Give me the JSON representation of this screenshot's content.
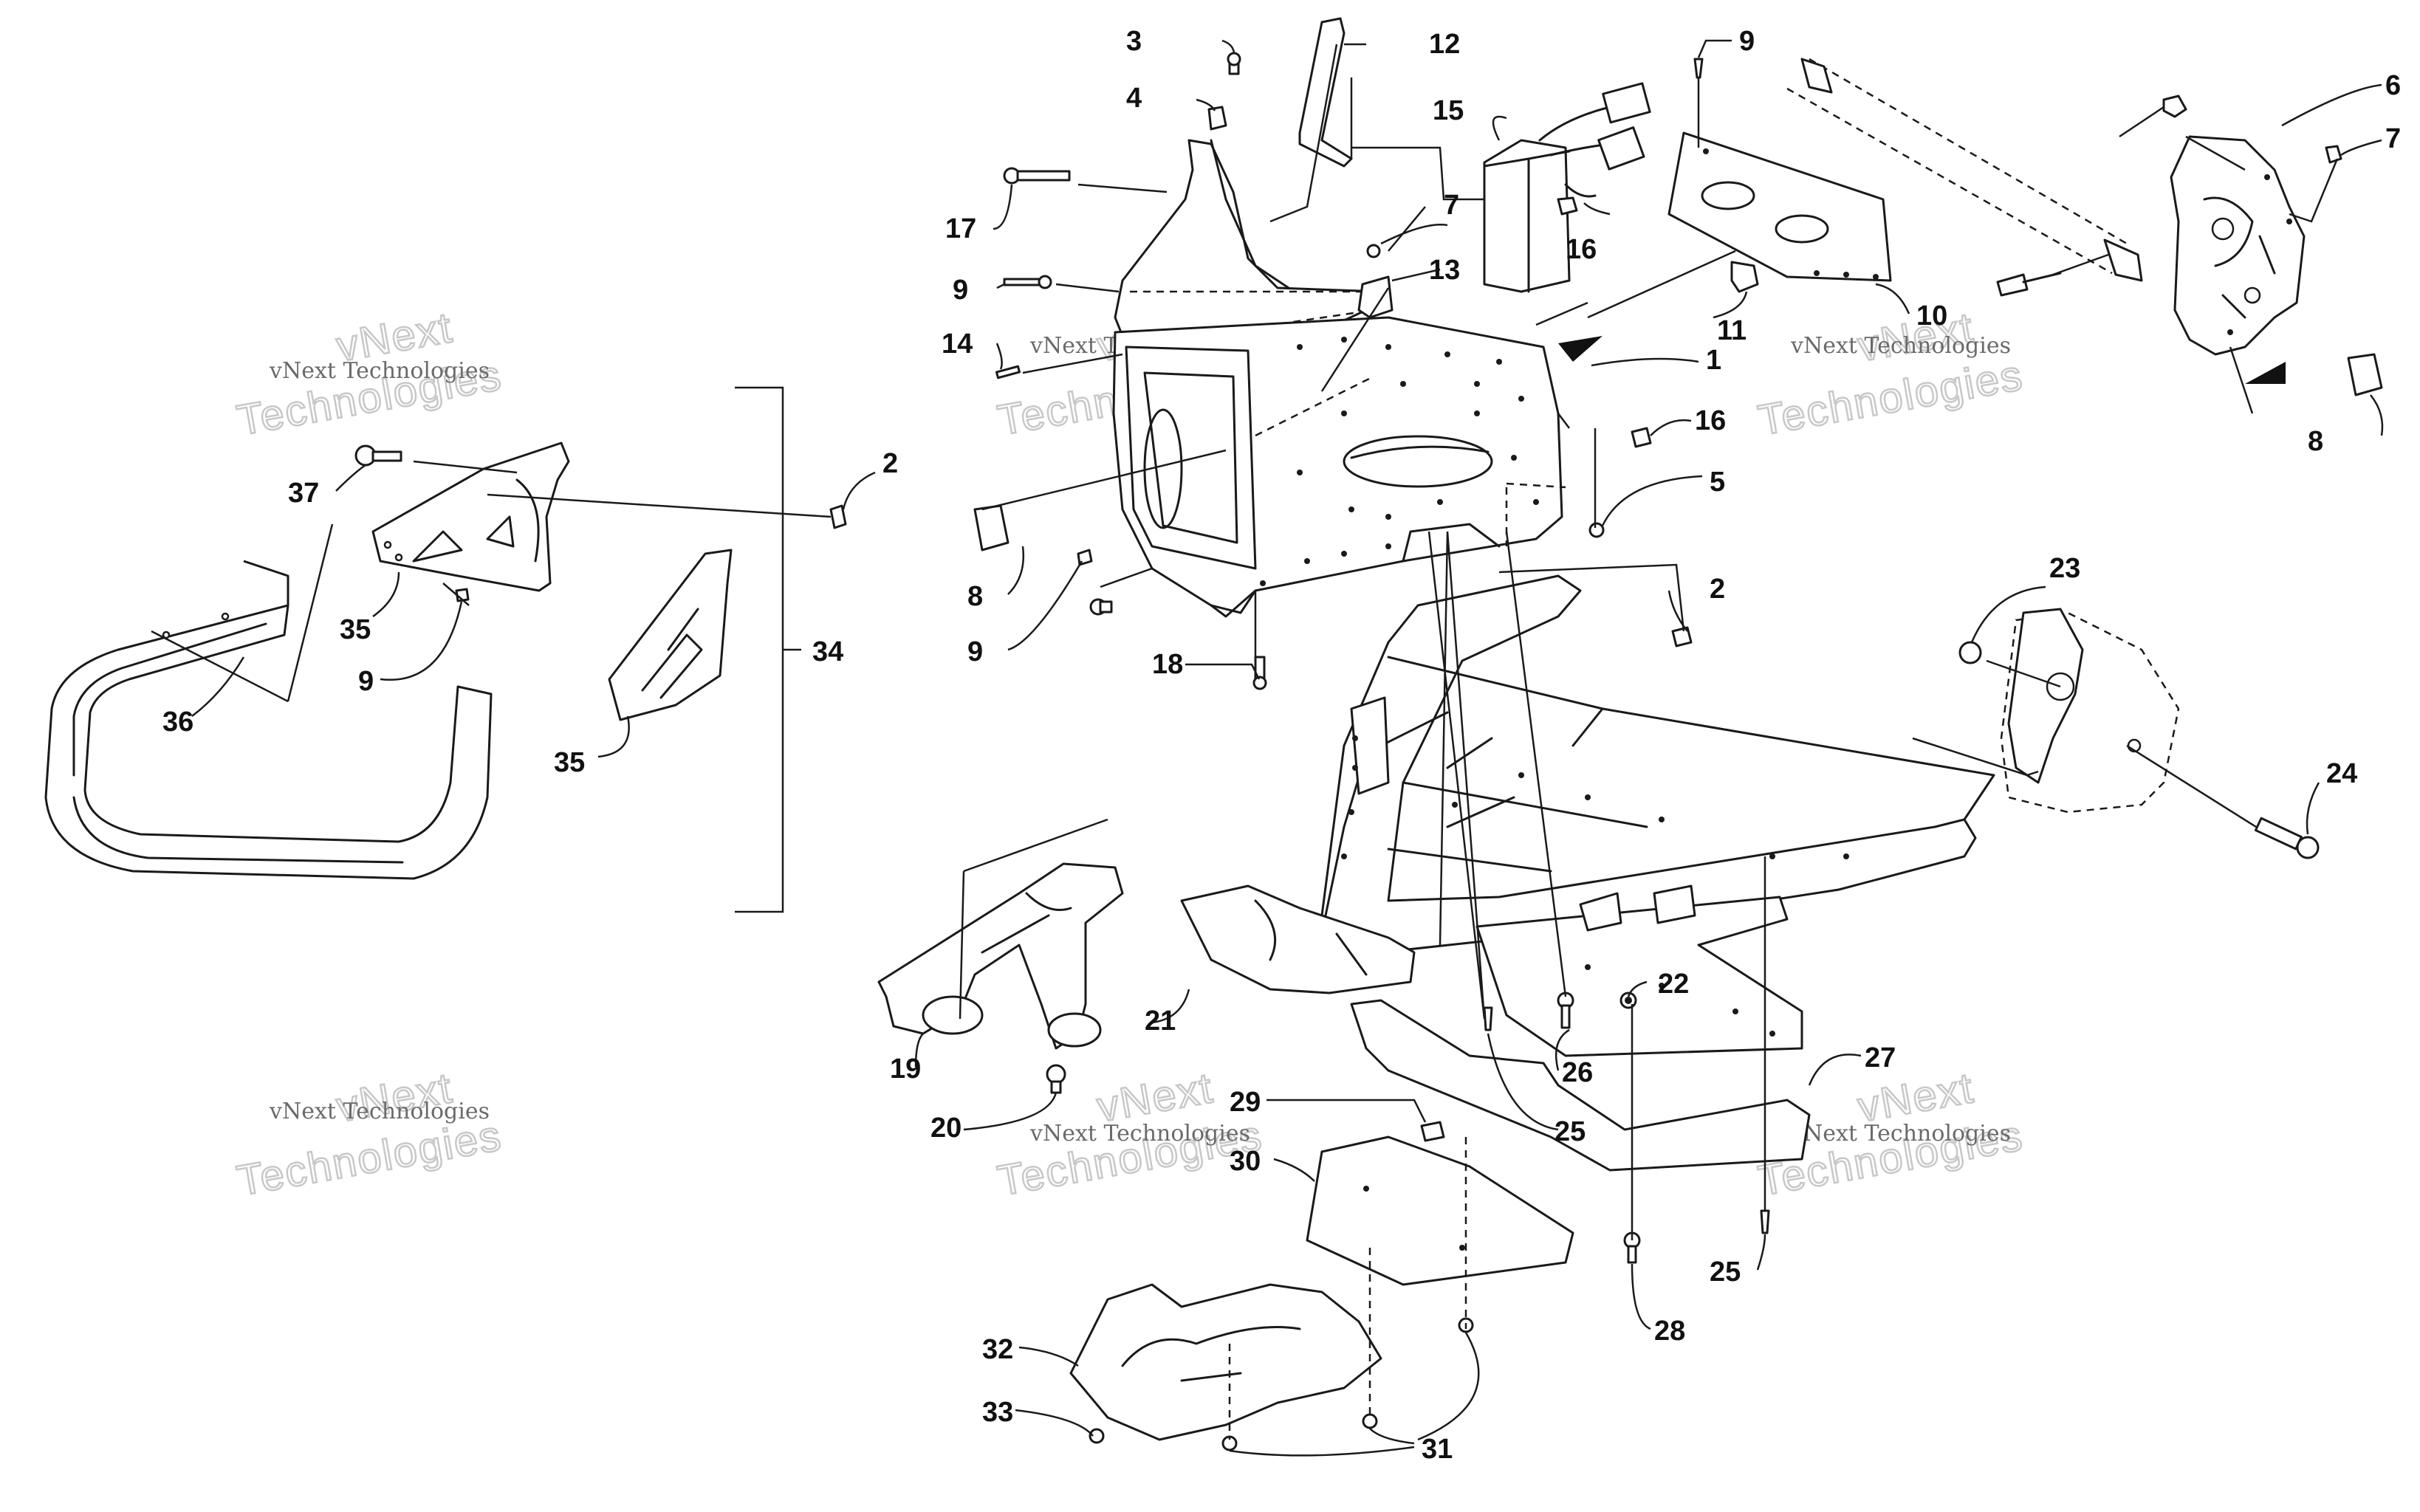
{
  "diagram": {
    "callouts": [
      {
        "id": "c1",
        "label": "1"
      },
      {
        "id": "c2a",
        "label": "2"
      },
      {
        "id": "c2b",
        "label": "2"
      },
      {
        "id": "c3",
        "label": "3"
      },
      {
        "id": "c4",
        "label": "4"
      },
      {
        "id": "c5",
        "label": "5"
      },
      {
        "id": "c6",
        "label": "6"
      },
      {
        "id": "c7a",
        "label": "7"
      },
      {
        "id": "c7b",
        "label": "7"
      },
      {
        "id": "c8a",
        "label": "8"
      },
      {
        "id": "c8b",
        "label": "8"
      },
      {
        "id": "c9a",
        "label": "9"
      },
      {
        "id": "c9b",
        "label": "9"
      },
      {
        "id": "c9c",
        "label": "9"
      },
      {
        "id": "c9d",
        "label": "9"
      },
      {
        "id": "c10",
        "label": "10"
      },
      {
        "id": "c11",
        "label": "11"
      },
      {
        "id": "c12",
        "label": "12"
      },
      {
        "id": "c13",
        "label": "13"
      },
      {
        "id": "c14",
        "label": "14"
      },
      {
        "id": "c15",
        "label": "15"
      },
      {
        "id": "c16a",
        "label": "16"
      },
      {
        "id": "c16b",
        "label": "16"
      },
      {
        "id": "c17",
        "label": "17"
      },
      {
        "id": "c18",
        "label": "18"
      },
      {
        "id": "c19",
        "label": "19"
      },
      {
        "id": "c20",
        "label": "20"
      },
      {
        "id": "c21",
        "label": "21"
      },
      {
        "id": "c22",
        "label": "22"
      },
      {
        "id": "c23",
        "label": "23"
      },
      {
        "id": "c24",
        "label": "24"
      },
      {
        "id": "c25a",
        "label": "25"
      },
      {
        "id": "c25b",
        "label": "25"
      },
      {
        "id": "c26",
        "label": "26"
      },
      {
        "id": "c27",
        "label": "27"
      },
      {
        "id": "c28",
        "label": "28"
      },
      {
        "id": "c29",
        "label": "29"
      },
      {
        "id": "c30",
        "label": "30"
      },
      {
        "id": "c31",
        "label": "31"
      },
      {
        "id": "c32",
        "label": "32"
      },
      {
        "id": "c33",
        "label": "33"
      },
      {
        "id": "c34",
        "label": "34"
      },
      {
        "id": "c35a",
        "label": "35"
      },
      {
        "id": "c35b",
        "label": "35"
      },
      {
        "id": "c36",
        "label": "36"
      },
      {
        "id": "c37",
        "label": "37"
      }
    ],
    "watermark": {
      "line_small": "vNext Technologies",
      "line_big": "Technologies",
      "line_top": "vNext"
    }
  }
}
